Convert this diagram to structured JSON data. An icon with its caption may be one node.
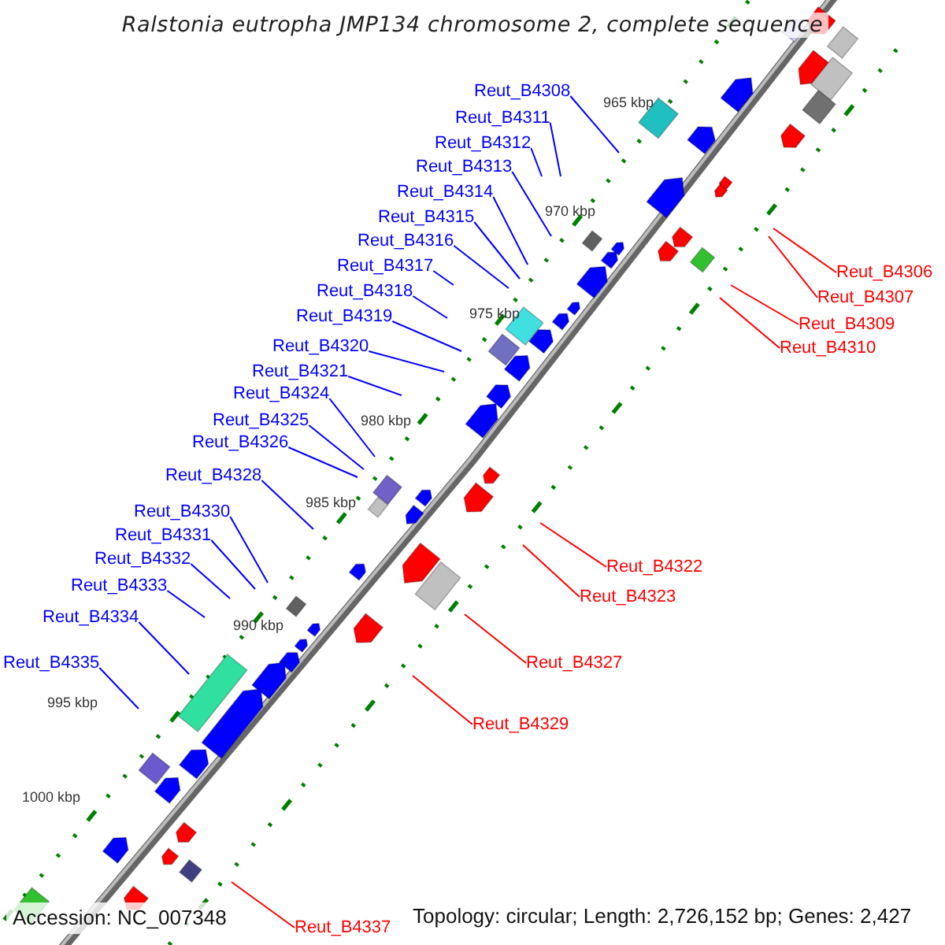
{
  "diagram": {
    "title": "Ralstonia eutropha JMP134 chromosome 2, complete sequence",
    "nodes": [
      {
        "text": [
          "Reut_B4308"
        ]
      },
      {
        "text": [
          "Reut_B4311"
        ]
      },
      {
        "text": [
          "Reut_B4312"
        ]
      },
      {
        "text": [
          "Reut_B4313"
        ]
      },
      {
        "text": [
          "Reut_B4314"
        ]
      },
      {
        "text": [
          "Reut_B4315"
        ]
      },
      {
        "text": [
          "Reut_B4316"
        ]
      },
      {
        "text": [
          "Reut_B4317"
        ]
      },
      {
        "text": [
          "Reut_B4306"
        ]
      },
      {
        "text": [
          "Reut_B4318"
        ]
      },
      {
        "text": [
          "Reut_B4307"
        ]
      },
      {
        "text": [
          "Reut_B4319"
        ]
      },
      {
        "text": [
          "Reut_B4309"
        ]
      },
      {
        "text": [
          "Reut_B4320"
        ]
      },
      {
        "text": [
          "Reut_B4310"
        ]
      },
      {
        "text": [
          "Reut_B4321"
        ]
      },
      {
        "text": [
          "Reut_B4324"
        ]
      },
      {
        "text": [
          "Reut_B4325"
        ]
      },
      {
        "text": [
          "Reut_B4326"
        ]
      },
      {
        "text": [
          "Reut_B4328"
        ]
      },
      {
        "text": [
          "Reut_B4330"
        ]
      },
      {
        "text": [
          "Reut_B4331"
        ]
      },
      {
        "text": [
          "Reut_B4332"
        ]
      },
      {
        "text": [
          "Reut_B4322"
        ]
      },
      {
        "text": [
          "Reut_B4333"
        ]
      },
      {
        "text": [
          "Reut_B4323"
        ]
      },
      {
        "text": [
          "Reut_B4334"
        ]
      },
      {
        "text": [
          "Reut_B4335"
        ]
      },
      {
        "text": [
          "Reut_B4327"
        ]
      },
      {
        "text": [
          "Reut_B4329"
        ]
      },
      {
        "text": [
          "Reut_B4337"
        ]
      }
    ],
    "edges": [
      {
        "from": 0,
        "to": null,
        "arrow": "none"
      },
      {
        "from": 1,
        "to": null,
        "arrow": "none"
      },
      {
        "from": 2,
        "to": null,
        "arrow": "none"
      },
      {
        "from": 3,
        "to": null,
        "arrow": "none"
      },
      {
        "from": 4,
        "to": null,
        "arrow": "none"
      },
      {
        "from": 5,
        "to": null,
        "arrow": "none"
      },
      {
        "from": 6,
        "to": null,
        "arrow": "none"
      },
      {
        "from": 7,
        "to": null,
        "arrow": "none"
      },
      {
        "from": 8,
        "to": null,
        "arrow": "none",
        "color": "#ff0000"
      },
      {
        "from": 9,
        "to": null,
        "arrow": "none"
      },
      {
        "from": 10,
        "to": null,
        "arrow": "none",
        "color": "#ff0000"
      },
      {
        "from": 11,
        "to": null,
        "arrow": "none"
      },
      {
        "from": 12,
        "to": null,
        "arrow": "none",
        "color": "#ff0000"
      },
      {
        "from": 13,
        "to": null,
        "arrow": "none"
      },
      {
        "from": 14,
        "to": null,
        "arrow": "none",
        "color": "#ff0000"
      },
      {
        "from": 15,
        "to": null,
        "arrow": "none"
      },
      {
        "from": 16,
        "to": null,
        "arrow": "none"
      },
      {
        "from": 17,
        "to": null,
        "arrow": "none"
      },
      {
        "from": 18,
        "to": null,
        "arrow": "none"
      },
      {
        "from": 19,
        "to": null,
        "arrow": "none"
      },
      {
        "from": 20,
        "to": null,
        "arrow": "none"
      },
      {
        "from": 21,
        "to": null,
        "arrow": "none"
      },
      {
        "from": 22,
        "to": null,
        "arrow": "none"
      },
      {
        "from": 23,
        "to": null,
        "arrow": "none",
        "color": "#ff0000"
      },
      {
        "from": 24,
        "to": null,
        "arrow": "none"
      },
      {
        "from": 25,
        "to": null,
        "arrow": "none",
        "color": "#ff0000"
      },
      {
        "from": 26,
        "to": null,
        "arrow": "none"
      },
      {
        "from": 27,
        "to": null,
        "arrow": "none"
      },
      {
        "from": 28,
        "to": null,
        "arrow": "none",
        "color": "#ff0000"
      },
      {
        "from": 29,
        "to": null,
        "arrow": "none",
        "color": "#ff0000"
      },
      {
        "from": 30,
        "to": null,
        "arrow": "none",
        "color": "#ff0000"
      }
    ],
    "labels": [
      "965 kbp",
      "970 kbp",
      "975 kbp",
      "980 kbp",
      "985 kbp",
      "990 kbp",
      "995 kbp",
      "1000 kbp",
      "Accession: NC_007348",
      "Topology: circular; Length: 2,726,152 bp; Genes: 2,427"
    ]
  }
}
